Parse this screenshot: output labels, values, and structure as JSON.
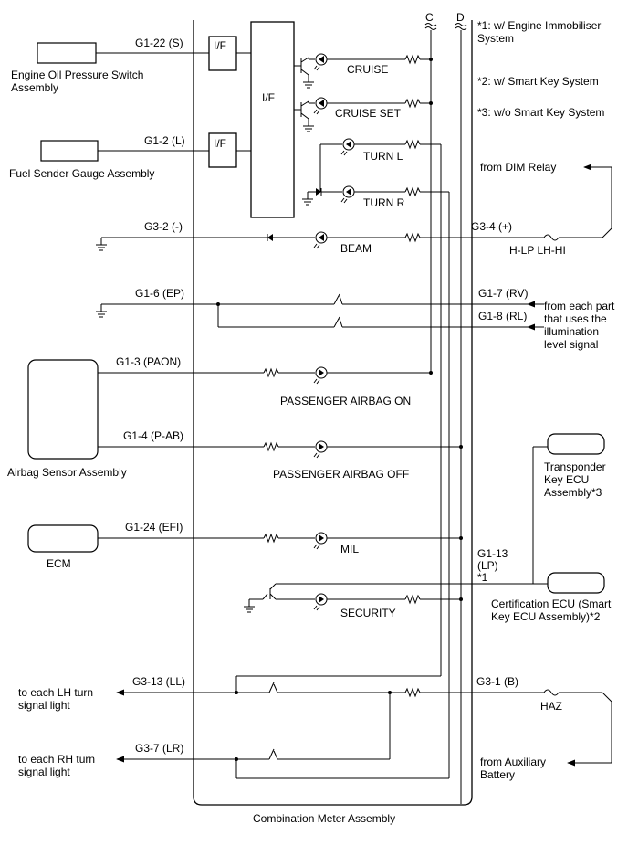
{
  "legend": {
    "note1": "*1: w/ Engine Immobiliser",
    "note1b": "System",
    "note2": "*2: w/ Smart Key System",
    "note3": "*3: w/o Smart Key System"
  },
  "buses": {
    "c": "C",
    "d": "D"
  },
  "blocks": {
    "if1": "I/F",
    "if2": "I/F",
    "if_main": "I/F"
  },
  "components": {
    "oil_1": "Engine Oil Pressure Switch",
    "oil_2": "Assembly",
    "fuel": "Fuel Sender Gauge Assembly",
    "airbag": "Airbag Sensor Assembly",
    "ecm": "ECM",
    "trans_1": "Transponder",
    "trans_2": "Key ECU",
    "trans_3": "Assembly*3",
    "cert_1": "Certification ECU (Smart",
    "cert_2": "Key ECU Assembly)*2",
    "meter": "Combination Meter Assembly"
  },
  "pins": {
    "g1_22": "G1-22 (S)",
    "g1_2": "G1-2 (L)",
    "g3_2": "G3-2 (-)",
    "g3_4": "G3-4 (+)",
    "g1_6": "G1-6 (EP)",
    "g1_7": "G1-7 (RV)",
    "g1_8": "G1-8 (RL)",
    "g1_3": "G1-3 (PAON)",
    "g1_4": "G1-4 (P-AB)",
    "g1_24": "G1-24 (EFI)",
    "g1_13a": "G1-13",
    "g1_13b": "(LP)",
    "g1_13c": "*1",
    "g3_13": "G3-13 (LL)",
    "g3_1": "G3-1 (B)",
    "g3_7": "G3-7 (LR)"
  },
  "indicators": {
    "cruise": "CRUISE",
    "cruise_set": "CRUISE SET",
    "turn_l": "TURN L",
    "turn_r": "TURN R",
    "beam": "BEAM",
    "pab_on": "PASSENGER AIRBAG ON",
    "pab_off": "PASSENGER AIRBAG OFF",
    "mil": "MIL",
    "security": "SECURITY"
  },
  "external": {
    "dim_relay": "from DIM Relay",
    "hlp": "H-LP LH-HI",
    "illum_1": "from each part",
    "illum_2": "that uses the",
    "illum_3": "illumination",
    "illum_4": "level signal",
    "lh_1": "to each LH turn",
    "lh_2": "signal light",
    "rh_1": "to each RH turn",
    "rh_2": "signal light",
    "haz": "HAZ",
    "aux_1": "from Auxiliary",
    "aux_2": "Battery"
  }
}
